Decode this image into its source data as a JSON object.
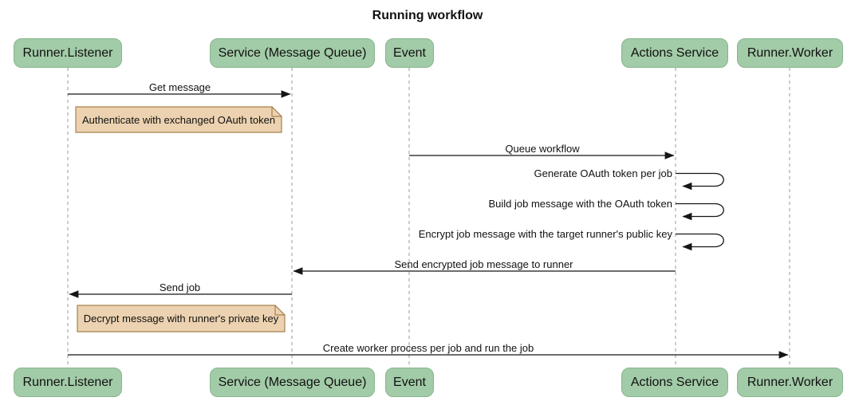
{
  "title": "Running workflow",
  "participants": [
    {
      "name": "Runner.Listener"
    },
    {
      "name": "Service (Message Queue)"
    },
    {
      "name": "Event"
    },
    {
      "name": "Actions Service"
    },
    {
      "name": "Runner.Worker"
    }
  ],
  "messages": [
    {
      "label": "Get message",
      "from": "Runner.Listener",
      "to": "Service (Message Queue)",
      "type": "arrow"
    },
    {
      "label": "Queue workflow",
      "from": "Event",
      "to": "Actions Service",
      "type": "arrow"
    },
    {
      "label": "Generate OAuth token per job",
      "from": "Actions Service",
      "to": "Actions Service",
      "type": "self-loop"
    },
    {
      "label": "Build job message with the OAuth token",
      "from": "Actions Service",
      "to": "Actions Service",
      "type": "self-loop"
    },
    {
      "label": "Encrypt job message with the target runner's public key",
      "from": "Actions Service",
      "to": "Actions Service",
      "type": "self-loop"
    },
    {
      "label": "Send encrypted job message to runner",
      "from": "Actions Service",
      "to": "Service (Message Queue)",
      "type": "arrow"
    },
    {
      "label": "Send job",
      "from": "Service (Message Queue)",
      "to": "Runner.Listener",
      "type": "arrow"
    },
    {
      "label": "Create worker process per job and run the job",
      "from": "Runner.Listener",
      "to": "Runner.Worker",
      "type": "arrow"
    }
  ],
  "notes": [
    {
      "label": "Authenticate with exchanged OAuth token",
      "anchor": "Runner.Listener"
    },
    {
      "label": "Decrypt message with runner's private key",
      "anchor": "Runner.Listener"
    }
  ],
  "colors": {
    "participant_fill": "#a2cba7",
    "participant_border": "#8ab58f",
    "note_fill": "#ecd2b0",
    "note_border": "#a5824e",
    "lifeline": "#999999",
    "arrow": "#161616"
  }
}
